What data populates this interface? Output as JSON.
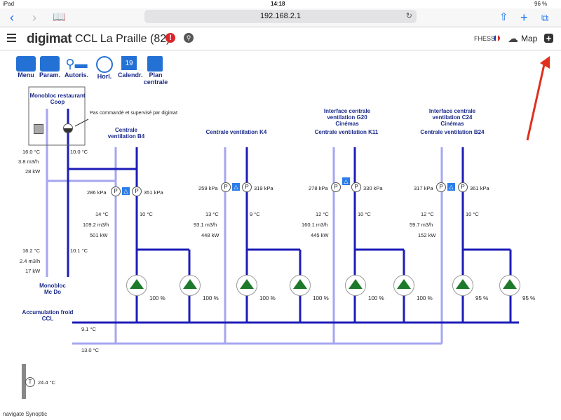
{
  "status": {
    "device": "iPad",
    "time": "14:18",
    "battery": "96 %"
  },
  "browser": {
    "url": "192.168.2.1"
  },
  "header": {
    "logo": "digimat",
    "title": "CCL La Praille (82)",
    "user": "FHESS",
    "map_label": "Map"
  },
  "toolbar": [
    {
      "label": "Menu"
    },
    {
      "label": "Param."
    },
    {
      "label": "Autoris."
    },
    {
      "label": "Horl."
    },
    {
      "label": "Calendr."
    },
    {
      "label": "Plan centrale"
    }
  ],
  "calendar_day": "19",
  "monobloc_coop": {
    "title": "Monobloc restaurant Coop",
    "note": "Pas commandé et supervisé par digimat",
    "t_in": "16.0 °C",
    "t_out": "10.0 °C",
    "flow": "3.8 m3/h",
    "power": "28 kW"
  },
  "monobloc_mcdo": {
    "title": "Monobloc Mc Do",
    "t_in": "16.2 °C",
    "t_out": "10.1 °C",
    "flow": "2.4 m3/h",
    "power": "17 kW"
  },
  "units": [
    {
      "title": "Centrale ventilation B4",
      "pre_title": "",
      "p_in": "286 kPa",
      "p_out": "351 kPa",
      "t_in": "14 °C",
      "t_out": "10 °C",
      "flow": "109.2 m3/h",
      "power": "501 kW",
      "pump1": "100 %",
      "pump2": "100 %"
    },
    {
      "title": "Centrale ventilation K4",
      "pre_title": "",
      "p_in": "259 kPa",
      "p_out": "319 kPa",
      "t_in": "13 °C",
      "t_out": "9 °C",
      "flow": "93.1 m3/h",
      "power": "448 kW",
      "pump1": "100 %",
      "pump2": "100 %"
    },
    {
      "title": "Centrale ventilation K11",
      "pre_title": "Interface centrale ventilation G20 Cinémas",
      "p_in": "278 kPa",
      "p_out": "330 kPa",
      "t_in": "12 °C",
      "t_out": "10 °C",
      "flow": "160.1 m3/h",
      "power": "445 kW",
      "pump1": "100 %",
      "pump2": "100 %"
    },
    {
      "title": "Centrale ventilation B24",
      "pre_title": "Interface centrale ventilation C24 Cinémas",
      "p_in": "317 kPa",
      "p_out": "361 kPa",
      "t_in": "12 °C",
      "t_out": "10 °C",
      "flow": "59.7 m3/h",
      "power": "152 kW",
      "pump1": "95 %",
      "pump2": "95 %"
    }
  ],
  "accumulation": {
    "title": "Accumulation froid CCL",
    "t_supply": "9.1 °C",
    "t_return": "13.0 °C"
  },
  "outdoor_temp": "24.4 °C",
  "footer": "navigate Synoptic",
  "colors": {
    "supply": "#1c1cb8",
    "return": "#a6a6f0",
    "pump_green": "#1d7a2a",
    "annotation_arrow": "#e0301e"
  }
}
